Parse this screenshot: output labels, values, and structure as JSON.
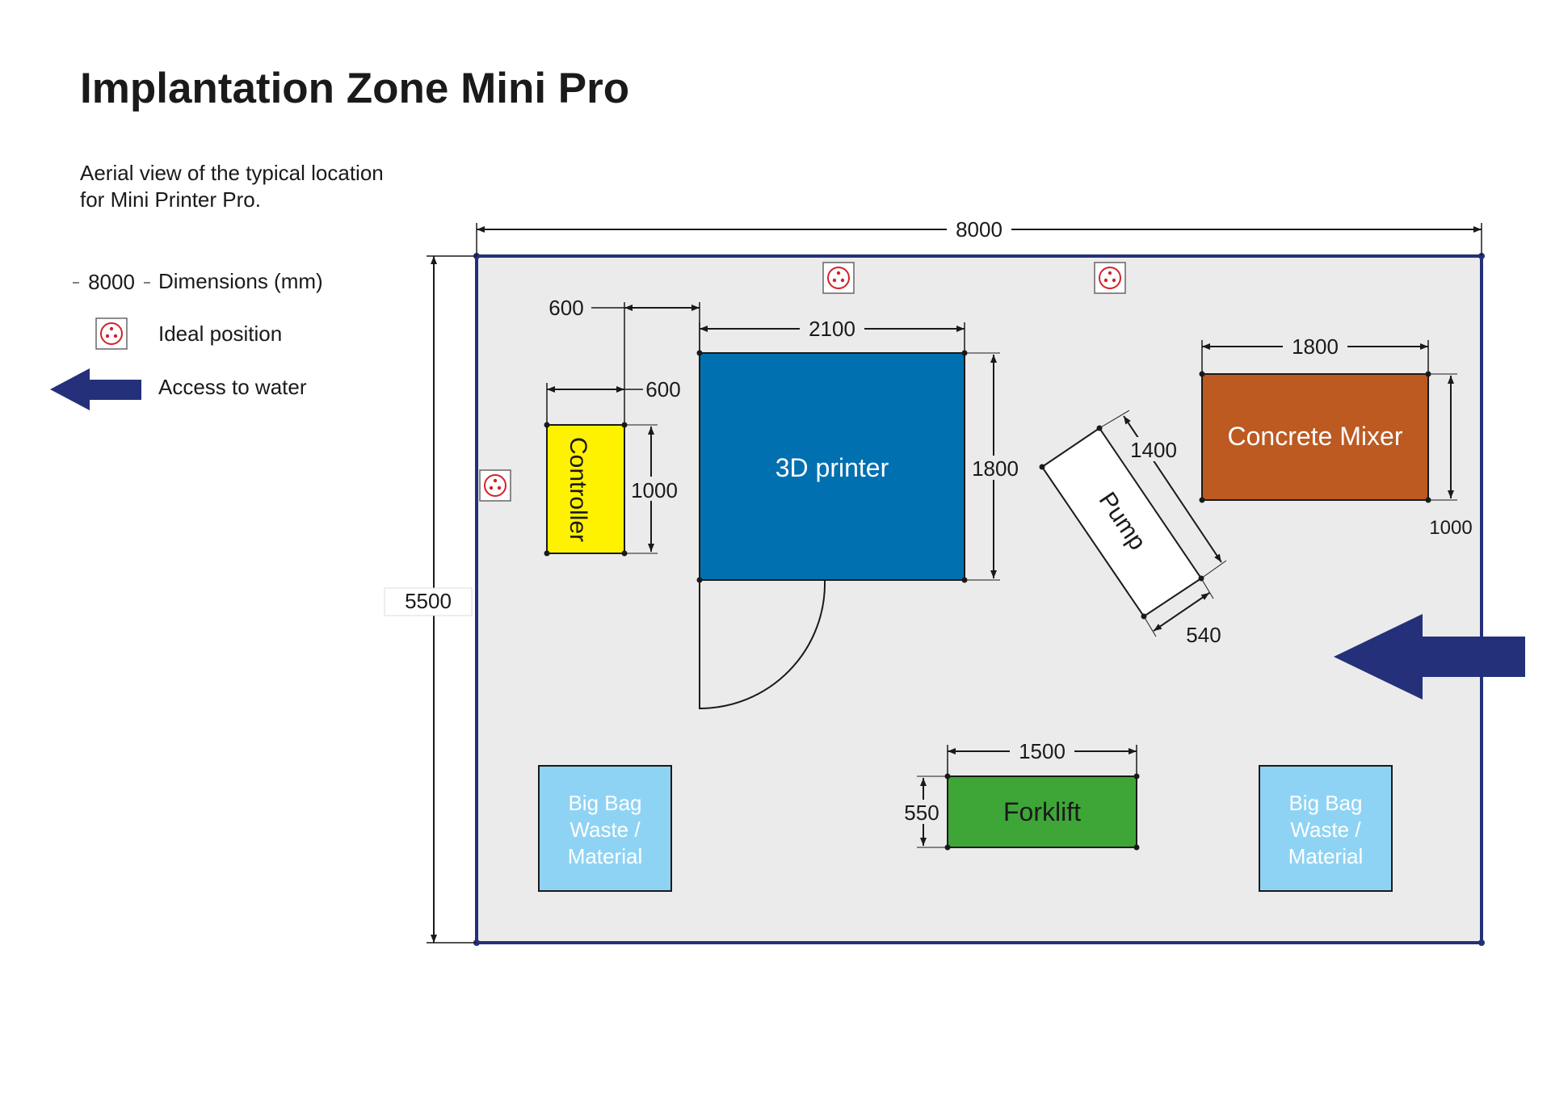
{
  "title": "Implantation Zone Mini Pro",
  "subtitle": {
    "line1": "Aerial view of the typical location",
    "line2": "for Mini Printer Pro."
  },
  "legend": {
    "dimension_sample": "8000",
    "dimension_label": "Dimensions (mm)",
    "ideal_label": "Ideal position",
    "water_label": "Access to water"
  },
  "zone": {
    "width": "8000",
    "height": "5500"
  },
  "equipment": {
    "printer": {
      "label": "3D printer",
      "width": "2100",
      "depth": "1800"
    },
    "controller": {
      "label": "Controller",
      "width": "600",
      "depth": "1000",
      "offset": "600"
    },
    "pump": {
      "label": "Pump",
      "length": "1400",
      "width": "540"
    },
    "mixer": {
      "label": "Concrete Mixer",
      "width": "1800",
      "depth": "1000"
    },
    "forklift": {
      "label": "Forklift",
      "width": "1500",
      "depth": "550"
    },
    "bigbag_left": {
      "line1": "Big Bag",
      "line2": "Waste /",
      "line3": "Material"
    },
    "bigbag_right": {
      "line1": "Big Bag",
      "line2": "Waste /",
      "line3": "Material"
    }
  },
  "colors": {
    "zone_fill": "#ebebeb",
    "zone_border": "#24307a",
    "printer": "#0070b0",
    "controller": "#fff200",
    "mixer": "#bc5a22",
    "forklift": "#3da637",
    "bigbag": "#8fd3f4",
    "water_arrow": "#24307a",
    "ideal_icon": "#d2232a"
  },
  "icons": [
    "ideal-position-icon",
    "water-access-arrow-icon"
  ]
}
